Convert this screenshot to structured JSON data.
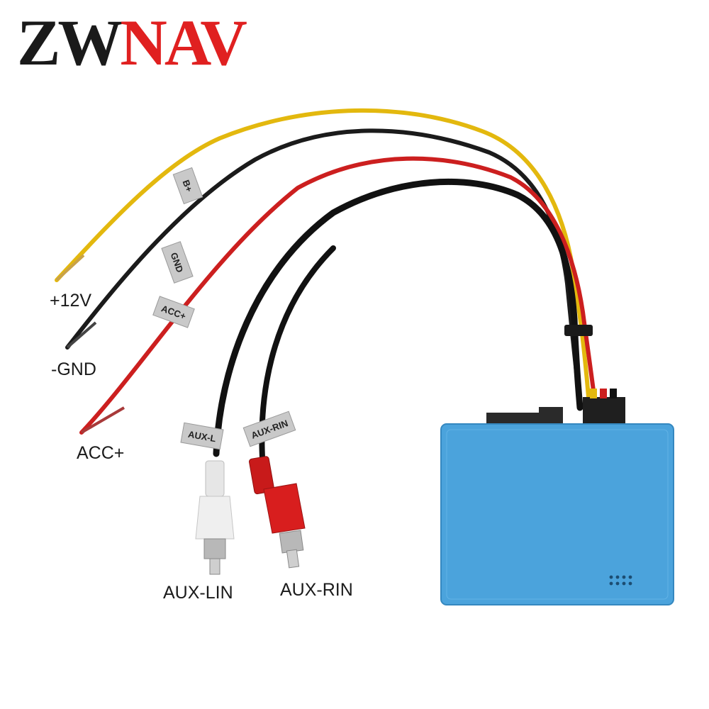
{
  "logo": {
    "part1": "ZW",
    "part2": "NAV",
    "color_dark": "#1a1a1a",
    "color_red": "#e02020"
  },
  "wire_labels": {
    "plus12v": "+12V",
    "gnd": "-GND",
    "acc": "ACC+",
    "aux_lin": "AUX-LIN",
    "aux_rin": "AUX-RIN"
  },
  "wire_tags": {
    "b_plus": "B+",
    "gnd": "GND",
    "acc": "ACC+",
    "aux_l": "AUX-L",
    "aux_rin": "AUX-RIN"
  },
  "colors": {
    "yellow_wire": "#e3b80e",
    "black_wire": "#1b1b1b",
    "red_wire": "#cc1f1f",
    "module_blue": "#4ba3dc",
    "rca_white": "#ededed",
    "rca_red": "#d81e1e"
  }
}
